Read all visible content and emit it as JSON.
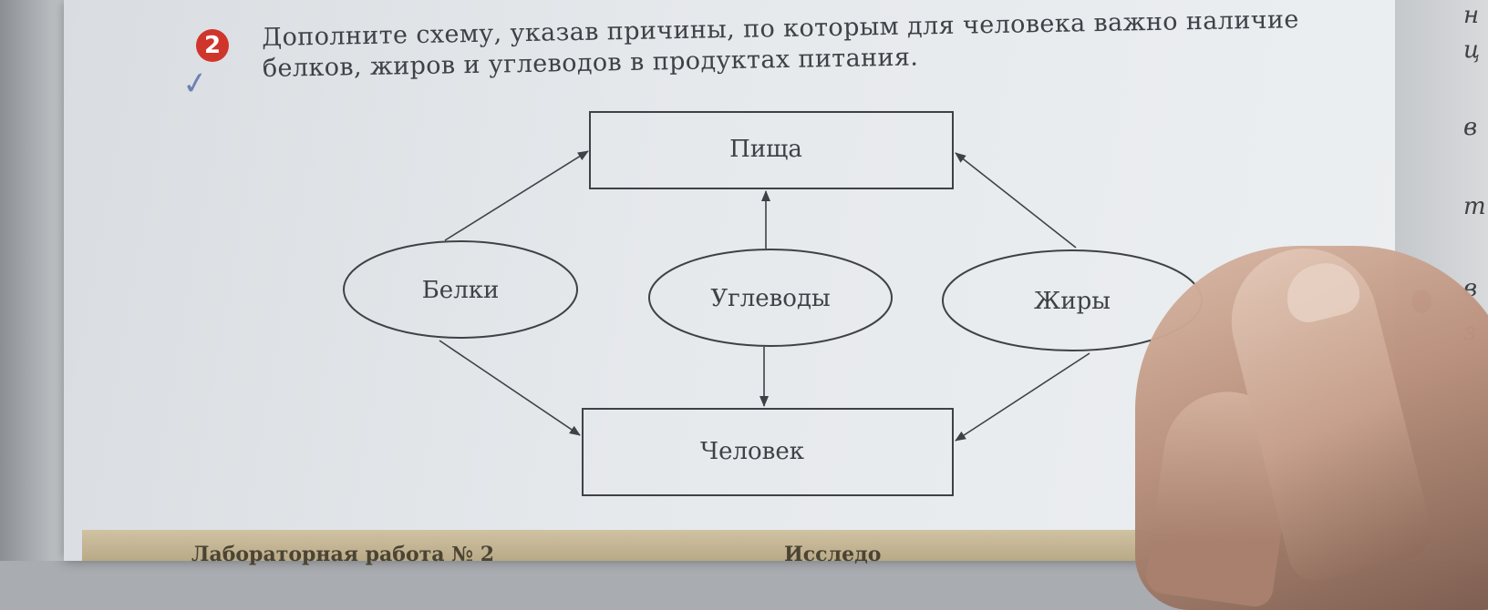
{
  "task": {
    "number": "2",
    "line1": "Дополните схему, указав причины, по которым для человека важно наличие",
    "line2": "белков, жиров и углеводов в продуктах питания."
  },
  "diagram": {
    "top_box": "Пища",
    "bottom_box": "Человек",
    "ovals": [
      "Белки",
      "Углеводы",
      "Жиры"
    ]
  },
  "footer": {
    "left_text": "Лабораторная работа № 2",
    "right_text": "Исследо"
  },
  "right_margin_letters": [
    "н",
    "ц",
    "в",
    "т",
    "в",
    "з"
  ],
  "colors": {
    "paper": "#e8ebee",
    "ink": "#3e4145",
    "task_badge": "#d0352b",
    "check_mark": "#6c82b5"
  }
}
